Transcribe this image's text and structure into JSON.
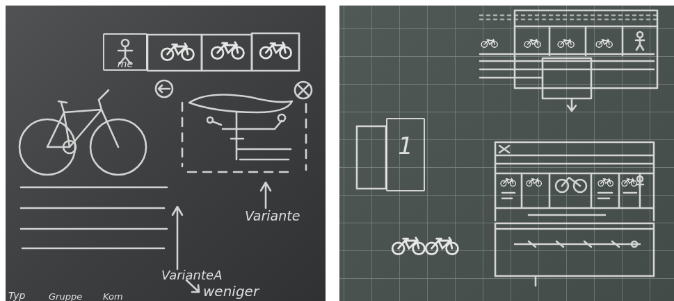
{
  "diagram": {
    "nodes": [
      {
        "text": [
          "me"
        ]
      },
      {
        "text": [
          "1"
        ]
      }
    ],
    "labels": [
      "Variante",
      "VarianteA",
      "weniger",
      "Typ",
      "Gruppe",
      "Kom"
    ]
  }
}
